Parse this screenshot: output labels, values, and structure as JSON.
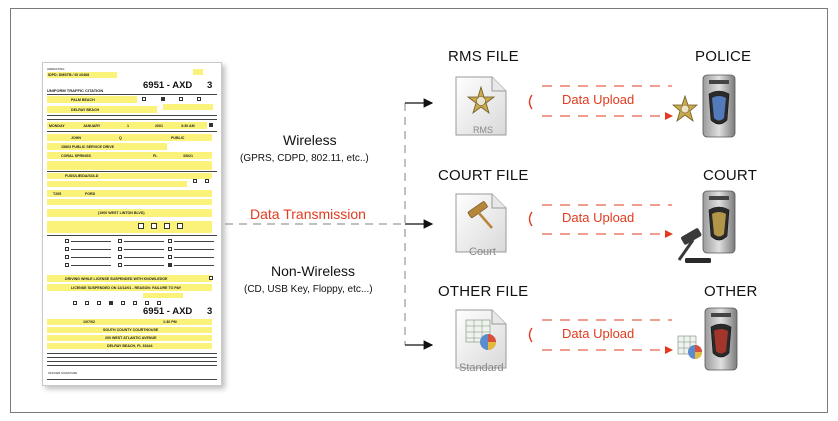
{
  "citation": {
    "header_small": "ARRESTING",
    "header_agency": "IDPD: DMSTB / ID #0468",
    "title": "UNIFORM TRAFFIC CITATION",
    "citation_number": "6951 - AXD",
    "citation_check_digit": "3",
    "county": "PALM BEACH",
    "city": "DELRAY BEACH",
    "day": "MONDAY",
    "month": "JANUARY",
    "date_num": "1",
    "year": "2001",
    "time": "3:30 AM",
    "first_name": "JOHN",
    "middle": "Q",
    "last_name": "PUBLIC",
    "street": "15803 PUBLIC SERVICE DRIVE",
    "residence_city": "CORAL SPRINGS",
    "state": "FL",
    "zip": "33021",
    "vehicle": "FUSS/LIE/DA/SOLD",
    "tag": "T205",
    "make": "FORD",
    "location": "(1900 WEST LINTON BLVD)",
    "violation_1": "DRIVING WHILE LICENSE SUSPENDED WITH KNOWLEDGE",
    "violation_2": "LICENSE SUSPENDED ON 12/12/01 - REASON: FAILURE TO PAY",
    "court_date": "1/07/02",
    "court_time": "1:30 PM",
    "court_name": "SOUTH COUNTY COURTHOUSE",
    "court_street": "200 WEST ATLANTIC AVENUE",
    "court_city": "DELRAY BEACH, FL 33444",
    "footer": "OFFICER SIGNATURE"
  },
  "transport": {
    "wireless_label": "Wireless",
    "wireless_detail": "(GPRS, CDPD, 802.11, etc..)",
    "transmission_label": "Data Transmission",
    "nonwireless_label": "Non-Wireless",
    "nonwireless_detail": "(CD, USB Key, Floppy, etc...)"
  },
  "rows": [
    {
      "file_label": "RMS FILE",
      "icon_label": "RMS",
      "upload_label": "Data Upload",
      "dest_label": "POLICE"
    },
    {
      "file_label": "COURT FILE",
      "icon_label": "Court",
      "upload_label": "Data Upload",
      "dest_label": "COURT"
    },
    {
      "file_label": "OTHER FILE",
      "icon_label": "Standard",
      "upload_label": "Data Upload",
      "dest_label": "OTHER"
    }
  ],
  "colors": {
    "accent_red": "#e23b1f",
    "form_yellow": "#fbf27a",
    "dash_gray": "#9a9a9a"
  },
  "icons": {
    "rms": "sheriff-star-icon",
    "court": "gavel-icon",
    "other": "spreadsheet-pie-icon",
    "server": "server-tower-icon"
  }
}
